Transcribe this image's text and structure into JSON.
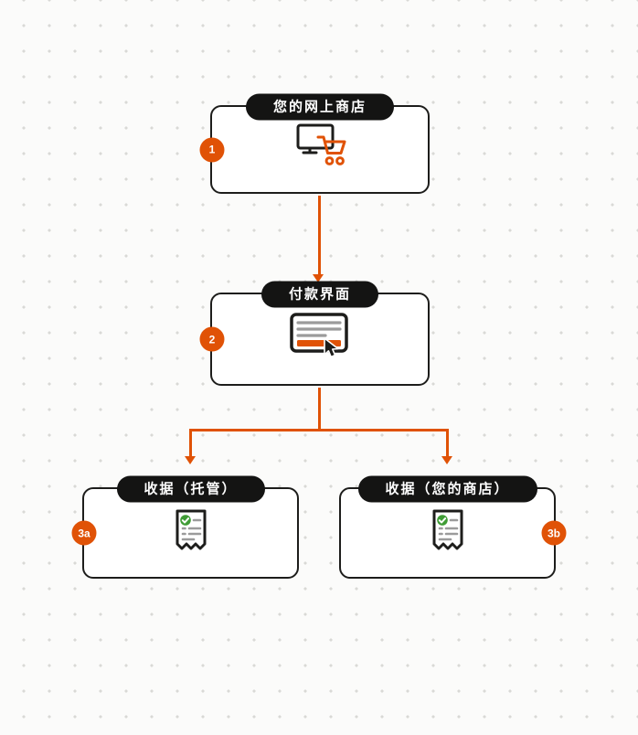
{
  "canvas": {
    "background": "#fbfbfa",
    "dot_grid_color": "#d9d9d6"
  },
  "colors": {
    "accent_orange": "#e05206",
    "node_border": "#1d1d1b",
    "pill_background": "#141413",
    "pill_text": "#ffffff",
    "line_gray": "#9b9b9b",
    "check_green": "#3f9c35"
  },
  "nodes": {
    "store": {
      "badge": "1",
      "title": "您的网上商店",
      "icon": "monitor-cart-icon"
    },
    "payment": {
      "badge": "2",
      "title": "付款界面",
      "icon": "payment-form-cursor-icon"
    },
    "receipt_hosted": {
      "badge": "3a",
      "title": "收据（托管）",
      "icon": "receipt-check-icon"
    },
    "receipt_store": {
      "badge": "3b",
      "title": "收据（您的商店）",
      "icon": "receipt-check-icon"
    }
  }
}
